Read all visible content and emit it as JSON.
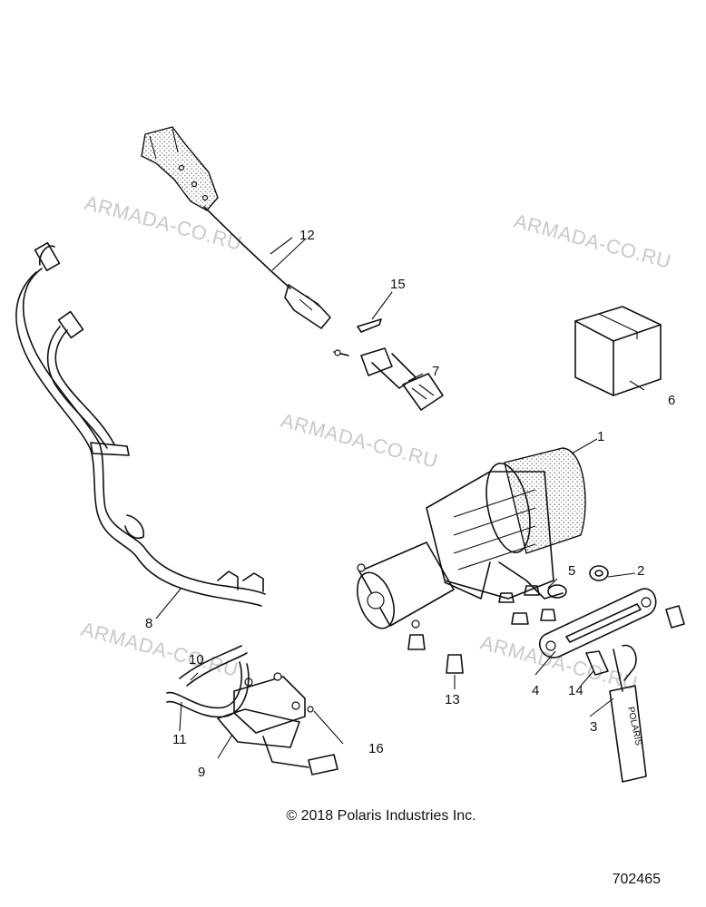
{
  "watermark_text": "ARMADA-CO.RU",
  "copyright": "© 2018 Polaris Industries Inc.",
  "diagram_number": "702465",
  "strap_label": "POLARIS",
  "callouts": {
    "c1": "1",
    "c2": "2",
    "c3": "3",
    "c4": "4",
    "c5": "5",
    "c6": "6",
    "c7": "7",
    "c8": "8",
    "c9": "9",
    "c10": "10",
    "c11": "11",
    "c12": "12",
    "c13": "13",
    "c14": "14",
    "c15": "15",
    "c16": "16"
  }
}
